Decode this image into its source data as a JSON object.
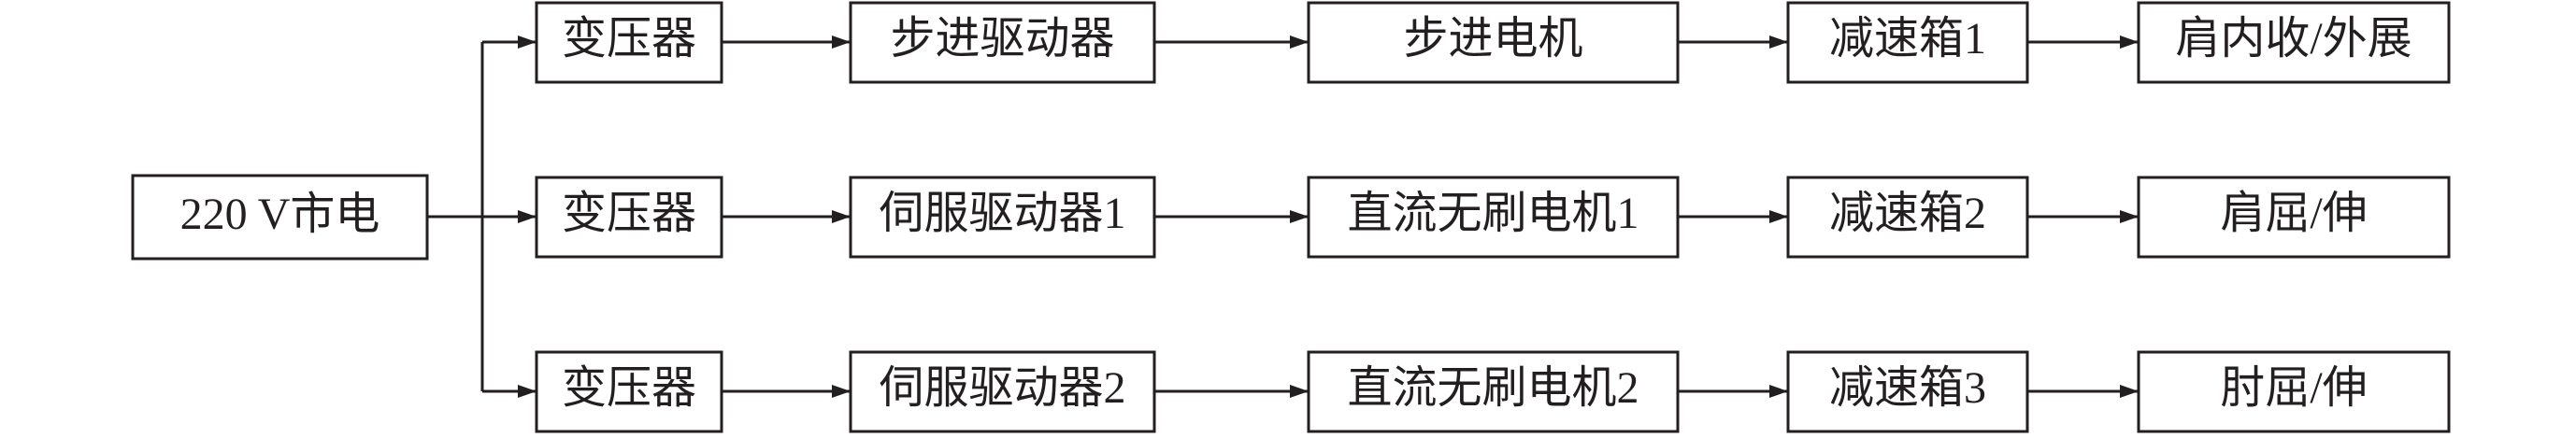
{
  "diagram": {
    "source": {
      "label": "220 V市电"
    },
    "rows": [
      {
        "stages": [
          "变压器",
          "步进驱动器",
          "步进电机",
          "减速箱1",
          "肩内收/外展"
        ]
      },
      {
        "stages": [
          "变压器",
          "伺服驱动器1",
          "直流无刷电机1",
          "减速箱2",
          "肩屈/伸"
        ]
      },
      {
        "stages": [
          "变压器",
          "伺服驱动器2",
          "直流无刷电机2",
          "减速箱3",
          "肘屈/伸"
        ]
      }
    ]
  },
  "colors": {
    "line": "#231f20",
    "box_fill": "#ffffff"
  }
}
